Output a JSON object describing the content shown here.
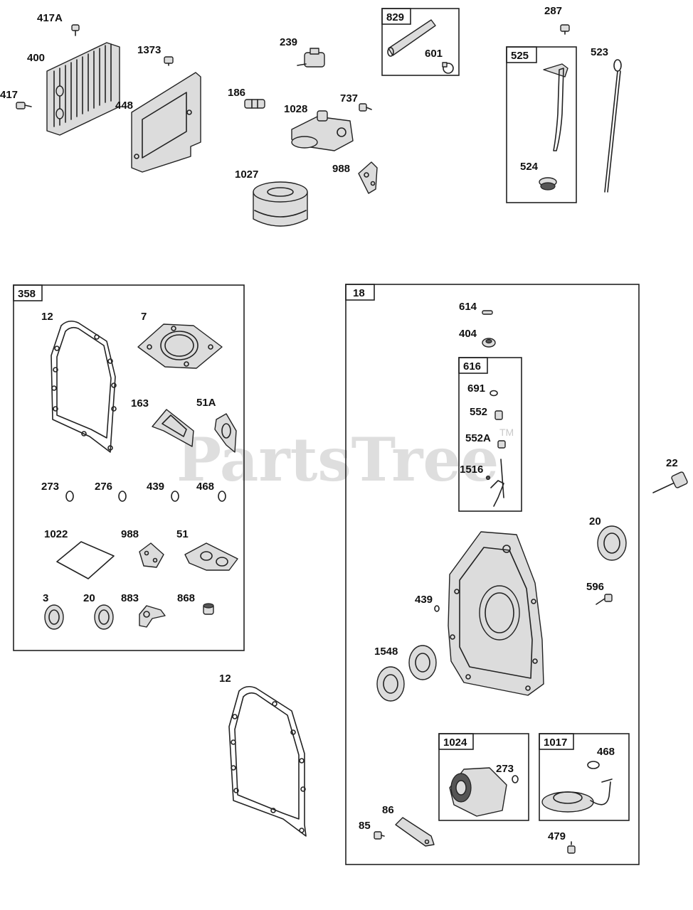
{
  "watermark": {
    "text": "PartsTree",
    "tm": "TM"
  },
  "groups": {
    "g829": "829",
    "g525": "525",
    "g358": "358",
    "g18": "18",
    "g616": "616",
    "g1024": "1024",
    "g1017": "1017"
  },
  "labels": {
    "p417A": "417A",
    "p400": "400",
    "p417": "417",
    "p1373": "1373",
    "p448": "448",
    "p239": "239",
    "p186": "186",
    "p1028": "1028",
    "p737": "737",
    "p988_top": "988",
    "p1027": "1027",
    "p601": "601",
    "p287": "287",
    "p523": "523",
    "p524": "524",
    "p12_box": "12",
    "p7": "7",
    "p163": "163",
    "p51A": "51A",
    "p273_box": "273",
    "p276": "276",
    "p439_box": "439",
    "p468_box": "468",
    "p1022": "1022",
    "p988_box": "988",
    "p51": "51",
    "p3": "3",
    "p20_box": "20",
    "p883": "883",
    "p868": "868",
    "p12_loose": "12",
    "p614": "614",
    "p404": "404",
    "p691": "691",
    "p552": "552",
    "p552A": "552A",
    "p1516": "1516",
    "p22": "22",
    "p20_side": "20",
    "p596": "596",
    "p439_cover": "439",
    "p1548": "1548",
    "p273_pump": "273",
    "p468_pickup": "468",
    "p85": "85",
    "p86": "86",
    "p479": "479"
  }
}
